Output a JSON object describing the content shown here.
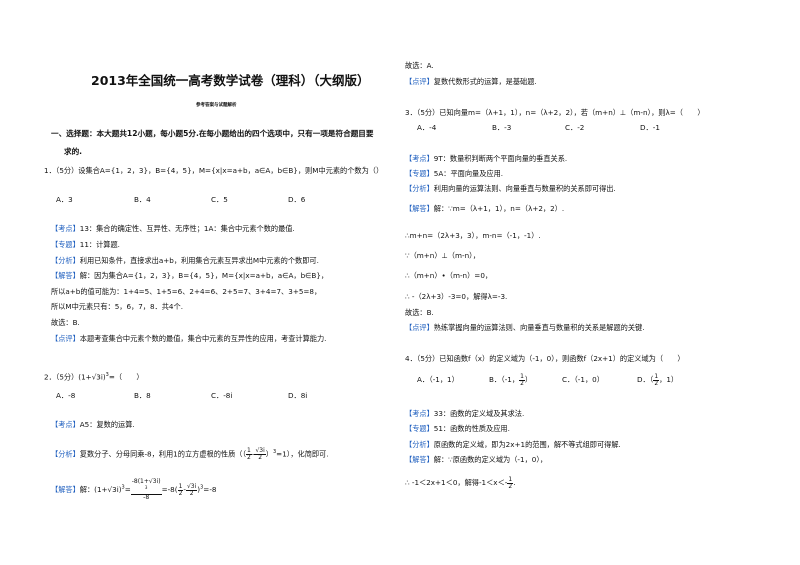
{
  "doc": {
    "title": "2013年全国统一高考数学试卷（理科）（大纲版）",
    "subtitle": "参考答案与试题解析",
    "section1": "一、选择题：本大题共12小题，每小题5分.在每小题给出的四个选项中，只有一项是符合题目要",
    "section1_cont": "求的.",
    "q1": {
      "stem": "1．（5分）设集合A={1，2，3}，B={4，5}，M={x|x=a+b，a∈A，b∈B}，则M中元素的个数为（",
      "stem_cont": "）",
      "options": [
        "A．3",
        "B．4",
        "C．5",
        "D．6"
      ],
      "kaodian_tag": "【考点】",
      "kaodian": "13：集合的确定性、互异性、无序性；1A：集合中元素个数的最值.",
      "zhuanti_tag": "【专题】",
      "zhuanti": "11：计算题.",
      "fenxi_tag": "【分析】",
      "fenxi": "利用已知条件，直接求出a+b，利用集合元素互异求出M中元素的个数即可.",
      "jieda_tag": "【解答】",
      "jieda": "解：因为集合A={1，2，3}，B={4，5}，M={x|x=a+b，a∈A，b∈B}，",
      "l2": "所以a+b的值可能为：1+4=5、1+5=6、2+4=6、2+5=7、3+4=7、3+5=8，",
      "l3": "所以M中元素只有：5，6，7，8．共4个.",
      "guxuan": "故选：B.",
      "dianping_tag": "【点评】",
      "dianping": "本题考查集合中元素个数的最值，集合中元素的互异性的应用，考查计算能力."
    },
    "q2": {
      "stem_pre": "2．（5分）",
      "stem_expr": "(1+√3i)",
      "stem_exp": "3",
      "stem_post": "=（　　）",
      "options": [
        "A．-8",
        "B．8",
        "C．-8i",
        "D．8i"
      ],
      "kaodian_tag": "【考点】",
      "kaodian": "A5：复数的运算.",
      "fenxi_tag": "【分析】",
      "fenxi_pre": "复数分子、分母同乘-8，利用1的立方虚根的性质（（",
      "fenxi_num1": "1",
      "fenxi_den1": "2",
      "fenxi_mid": "-",
      "fenxi_num2": "√3i",
      "fenxi_den2": "2",
      "fenxi_post": "）",
      "fenxi_exp": "3",
      "fenxi_end": "=1），化简即可.",
      "jieda_tag": "【解答】",
      "jieda_pre": "解：",
      "jieda_expr": "(1+√3i)",
      "jieda_exp": "3",
      "jieda_eq1": "=",
      "jieda_num": "-8(1+√3i)",
      "jieda_num_exp": "3",
      "jieda_den": "-8",
      "jieda_eq2": "=-8(",
      "jieda_f1n": "1",
      "jieda_f1d": "2",
      "jieda_mid": "-",
      "jieda_f2n": "√3i",
      "jieda_f2d": "2",
      "jieda_close": ")",
      "jieda_exp2": "3",
      "jieda_end": "=-8"
    },
    "right": {
      "guxuan_a": "故选：A.",
      "dianping_tag": "【点评】",
      "dianping": "复数代数形式的运算，是基础题.",
      "q3": {
        "stem": "3．（5分）已知向量m=（λ+1，1），n=（λ+2，2），若（m+n）⊥（m-n），则λ=（　　）",
        "options": [
          "A．-4",
          "B．-3",
          "C．-2",
          "D．-1"
        ],
        "kaodian_tag": "【考点】",
        "kaodian": "9T：数量积判断两个平面向量的垂直关系.",
        "zhuanti_tag": "【专题】",
        "zhuanti": "5A：平面向量及应用.",
        "fenxi_tag": "【分析】",
        "fenxi": "利用向量的运算法则、向量垂直与数量积的关系即可得出.",
        "jieda_tag": "【解答】",
        "jieda": "解：∵m=（λ+1，1），n=（λ+2，2）.",
        "l2": "∴m+n=（2λ+3，3），m-n=（-1，-1）.",
        "l3": "∵（m+n）⊥（m-n），",
        "l4": "∴（m+n）•（m-n）=0，",
        "l5": "∴ -（2λ+3）-3=0，解得λ=-3.",
        "guxuan": "故选：B.",
        "dianping_tag": "【点评】",
        "dianping": "熟练掌握向量的运算法则、向量垂直与数量积的关系是解题的关键."
      },
      "q4": {
        "stem": "4．（5分）已知函数f（x）的定义域为（-1，0），则函数f（2x+1）的定义域为（　　）",
        "opt_a": "A．（-1，1）",
        "opt_b_pre": "B．（-1，",
        "opt_b_num": "1",
        "opt_b_den": "2",
        "opt_b_post": "）",
        "opt_c": "C．（-1，0）",
        "opt_d_pre": "D．（",
        "opt_d_num": "1",
        "opt_d_den": "2",
        "opt_d_post": "，1）",
        "kaodian_tag": "【考点】",
        "kaodian": "33：函数的定义域及其求法.",
        "zhuanti_tag": "【专题】",
        "zhuanti": "51：函数的性质及应用.",
        "fenxi_tag": "【分析】",
        "fenxi": "原函数的定义域，即为2x+1的范围，解不等式组即可得解.",
        "jieda_tag": "【解答】",
        "jieda": "解：∵原函数的定义域为（-1，0），",
        "l2_pre": "∴ -1＜2x+1＜0，解得-1＜x＜-",
        "l2_num": "1",
        "l2_den": "2",
        "l2_post": "."
      }
    }
  }
}
